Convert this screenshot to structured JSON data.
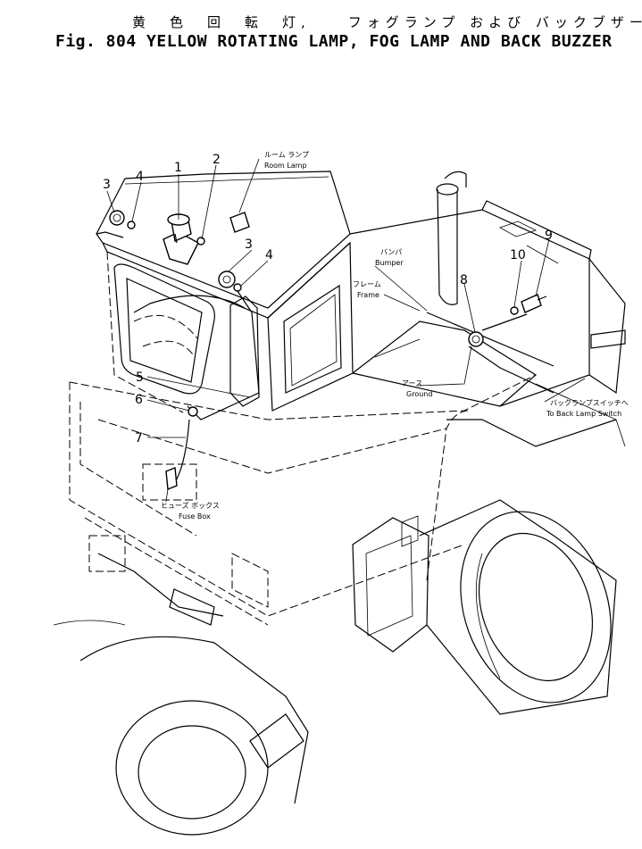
{
  "title": {
    "japanese": "黄　色　回　転　灯,　　フォグランプ および バックブザー",
    "english": "Fig. 804 YELLOW ROTATING LAMP, FOG LAMP AND BACK BUZZER"
  },
  "callouts": {
    "c1": "1",
    "c2": "2",
    "c3a": "3",
    "c3b": "3",
    "c4a": "4",
    "c4b": "4",
    "c5": "5",
    "c6": "6",
    "c7": "7",
    "c8": "8",
    "c9": "9",
    "c10": "10"
  },
  "labels": {
    "room_lamp_jp": "ルーム ランプ",
    "room_lamp_en": "Room Lamp",
    "bumper_jp": "バンパ",
    "bumper_en": "Bumper",
    "frame_jp": "フレーム",
    "frame_en": "Frame",
    "ground_jp": "アース",
    "ground_en": "Ground",
    "back_lamp_switch_jp": "バックランプスイッチへ",
    "back_lamp_switch_en": "To Back Lamp Switch",
    "fuse_box_jp": "ヒューズ ボックス",
    "fuse_box_en": "Fuse Box"
  }
}
